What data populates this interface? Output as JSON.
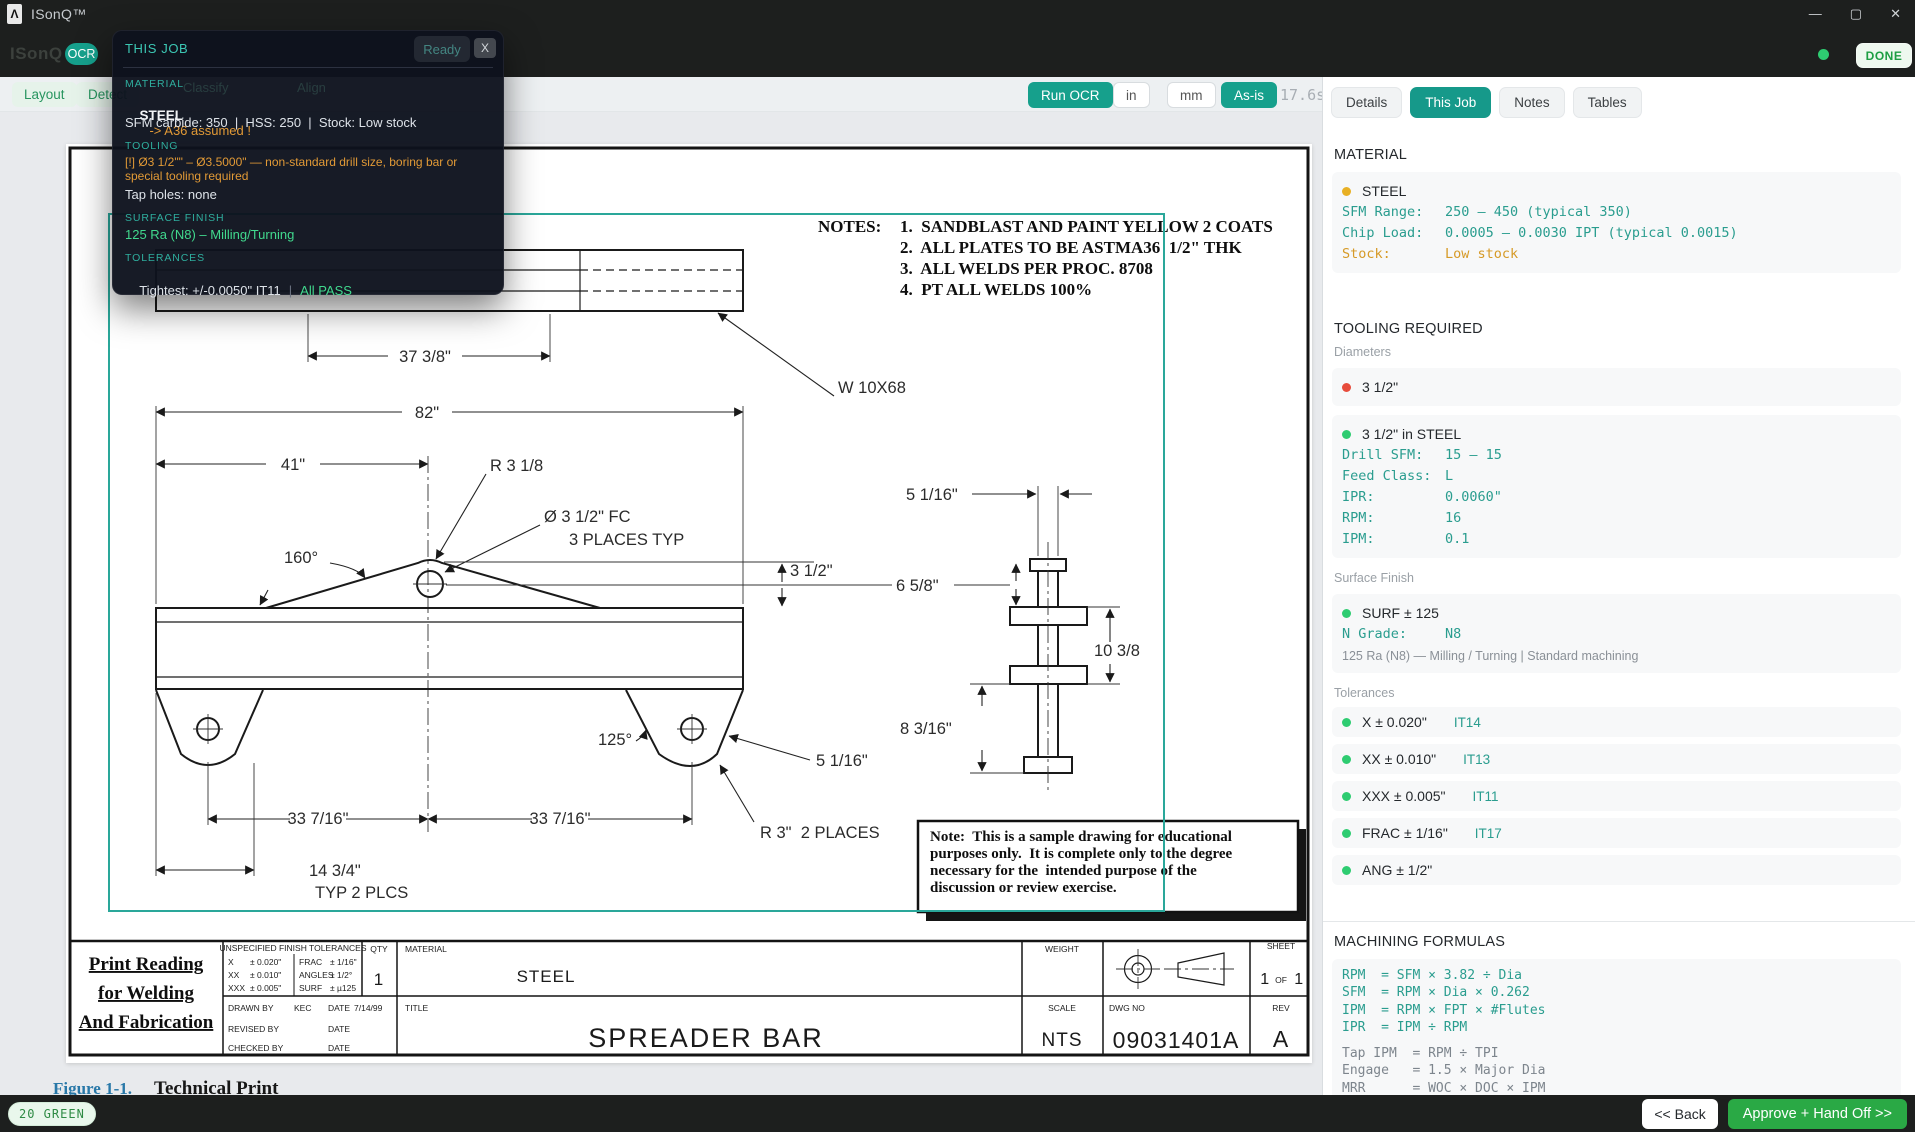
{
  "window": {
    "app_title": "ISonQ™",
    "brand_ghost": "ISonQ",
    "logo_glyph": "Λ",
    "minimize": "—",
    "maximize": "▢",
    "close": "✕"
  },
  "header": {
    "ocr": "OCR",
    "done": "DONE"
  },
  "toolbar": {
    "tab_layout": "Layout",
    "tab_detect": "Detect",
    "ghost_classify": "Classify",
    "ghost_align": "Align",
    "ghost_ready": "Ready",
    "run_ocr": "Run OCR",
    "unit_in": "in",
    "unit_mm": "mm",
    "as_is": "As-is",
    "elapsed": "17.6s"
  },
  "popup": {
    "title": "THIS JOB",
    "close": "X",
    "material_heading": "MATERIAL",
    "material_name": "STEEL",
    "material_note": "-> A36 assumed !",
    "material_line": "SFM carbide: 350  |  HSS: 250  |  Stock: Low stock",
    "tooling_heading": "TOOLING",
    "tooling_warn": "[!] Ø3 1/2\"\" – Ø3.5000\" — non-standard drill size, boring bar or special tooling required",
    "tap_line": "Tap holes: none",
    "surface_heading": "SURFACE FINISH",
    "surface_value": "125 Ra (N8) – Milling/Turning",
    "tolerances_heading": "TOLERANCES",
    "tolerance_value": "Tightest: +/-0.0050\" IT11",
    "separator": "|",
    "pass": "All PASS"
  },
  "sidebar": {
    "tabs": [
      "Details",
      "This Job",
      "Notes",
      "Tables"
    ],
    "material": {
      "heading": "MATERIAL",
      "name": "STEEL",
      "rows": [
        {
          "label": "SFM Range:",
          "value": "250 – 450 (typical 350)"
        },
        {
          "label": "Chip Load:",
          "value": "0.0005 – 0.0030 IPT (typical 0.0015)"
        },
        {
          "label": "Stock:",
          "value": "Low stock"
        }
      ]
    },
    "tooling": {
      "heading": "TOOLING REQUIRED",
      "sub": "Diameters",
      "flag_item": "3 1/2\"",
      "detail_item": "3 1/2\" in STEEL",
      "rows": [
        {
          "label": "Drill SFM:",
          "value": "15 – 15"
        },
        {
          "label": "Feed Class:",
          "value": "L"
        },
        {
          "label": "IPR:",
          "value": "0.0060\""
        },
        {
          "label": "RPM:",
          "value": "16"
        },
        {
          "label": "IPM:",
          "value": "0.1"
        }
      ]
    },
    "surface": {
      "sub": "Surface Finish",
      "item": "SURF ± 125",
      "grade_label": "N Grade:",
      "grade_value": "N8",
      "desc": "125 Ra (N8) — Milling / Turning | Standard machining"
    },
    "tolerances": {
      "sub": "Tolerances",
      "rows": [
        {
          "label": "X ± 0.020\"",
          "it": "IT14"
        },
        {
          "label": "XX ± 0.010\"",
          "it": "IT13"
        },
        {
          "label": "XXX ± 0.005\"",
          "it": "IT11"
        },
        {
          "label": "FRAC ± 1/16\"",
          "it": "IT17"
        },
        {
          "label": "ANG ± 1/2\"",
          "it": ""
        }
      ]
    },
    "formulas": {
      "heading": "MACHINING FORMULAS",
      "primary": "RPM  = SFM × 3.82 ÷ Dia\nSFM  = RPM × Dia × 0.262\nIPM  = RPM × FPT × #Flutes\nIPR  = IPM ÷ RPM",
      "secondary": "Tap IPM  = RPM ÷ TPI\nEngage   = 1.5 × Major Dia\nMRR      = WOC × DOC × IPM"
    }
  },
  "drawing": {
    "notes_title": "NOTES:",
    "notes": [
      "1.  SANDBLAST AND PAINT YELLOW 2 COATS",
      "2.  ALL PLATES TO BE ASTMA36  1/2\" THK",
      "3.  ALL WELDS PER PROC. 8708",
      "4.  PT ALL WELDS 100%"
    ],
    "dims": {
      "d37": "37 3/8\"",
      "beam": "W 10X68",
      "d82": "82\"",
      "d41": "41\"",
      "r318": "R 3 1/8",
      "dia1": "Ø 3 1/2\" FC",
      "dia2": "3 PLACES TYP",
      "a160": "160°",
      "d312": "3 1/2\"",
      "d516t": "5 1/16\"",
      "d658": "6 5/8\"",
      "d1038": "10 3/8",
      "d8316": "8 3/16\"",
      "a125": "125°",
      "d516b": "5 1/16\"",
      "d337a": "33 7/16\"",
      "d337b": "33 7/16\"",
      "r3": "R 3\"  2 PLACES",
      "d1434": "14 3/4\"",
      "typ": "TYP 2 PLCS"
    },
    "sample_note": [
      "Note:  This is a sample drawing for educational",
      "purposes only.  It is complete only to the degree",
      "necessary for the  intended purpose of the",
      "discussion or review exercise."
    ],
    "figure": {
      "a": "Figure 1-1.",
      "b": "Technical Print"
    },
    "titleblock": {
      "course": [
        "Print Reading",
        "for Welding",
        "And Fabrication"
      ],
      "tol_title": "UNSPECIFIED FINISH TOLERANCES",
      "tolx1": "X",
      "tolv1": "± 0.020\"",
      "tolx2": "XX",
      "tolv2": "± 0.010\"",
      "tolx3": "XXX",
      "tolv3": "± 0.005\"",
      "tolx4": "FRAC",
      "tolv4": "± 1/16\"",
      "tolx5": "ANGLES",
      "tolv5": "± 1/2°",
      "tolx6": "SURF",
      "tolv6": "± µ125",
      "qty_label": "QTY",
      "qty": "1",
      "material_label": "MATERIAL",
      "material": "STEEL",
      "drawn_label": "DRAWN BY",
      "drawn_by": "KEC",
      "date_label": "DATE",
      "drawn_date": "7/14/99",
      "revised_label": "REVISED BY",
      "checked_label": "CHECKED BY",
      "title_label": "TITLE",
      "title": "SPREADER BAR",
      "weight_label": "WEIGHT",
      "scale_label": "SCALE",
      "scale": "NTS",
      "dwg_label": "DWG NO",
      "dwg_no": "09031401A",
      "sheet_label": "SHEET",
      "sheet_a": "1",
      "sheet_of": "OF",
      "sheet_b": "1",
      "rev_label": "REV",
      "rev": "A"
    }
  },
  "footer": {
    "badge": "20 GREEN",
    "back": "<< Back",
    "approve": "Approve + Hand Off >>"
  }
}
